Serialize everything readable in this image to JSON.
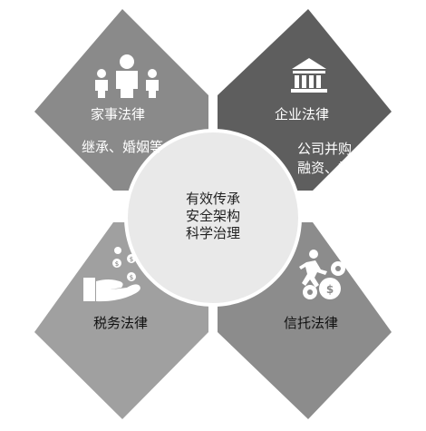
{
  "quadrants": {
    "family": {
      "title": "家事法律",
      "desc": "继承、婚姻等",
      "icon": "family-icon",
      "color": "#8a8a8a"
    },
    "corporate": {
      "title": "企业法律",
      "desc_line1": "公司并购、",
      "desc_line2": "融资、重组",
      "icon": "bank-building-icon",
      "color": "#5e5e5e"
    },
    "tax": {
      "title": "税务法律",
      "icon": "hand-coins-icon",
      "color": "#a0a0a0"
    },
    "trust": {
      "title": "信托法律",
      "icon": "runner-gears-icon",
      "color": "#8c8c8c"
    }
  },
  "center": {
    "line1": "有效传承",
    "line2": "安全架构",
    "line3": "科学治理",
    "color": "#e9e9e9"
  }
}
